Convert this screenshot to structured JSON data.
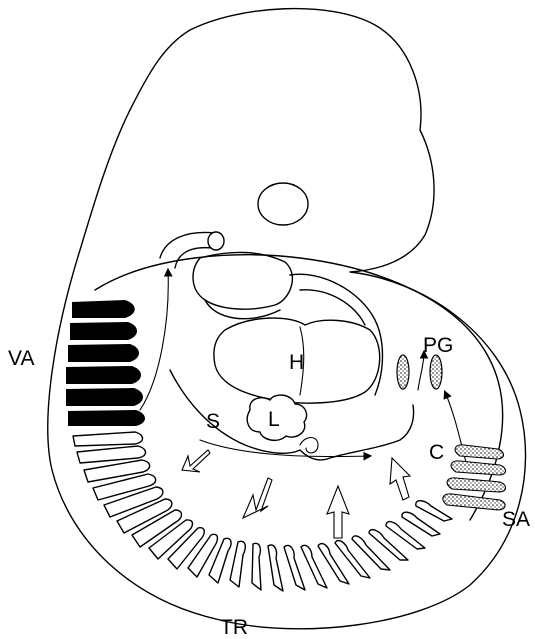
{
  "labels": {
    "va": "VA",
    "h": "H",
    "pg": "PG",
    "s": "S",
    "l": "L",
    "c": "C",
    "sa": "SA",
    "tr": "TR"
  },
  "colors": {
    "line": "#000000",
    "background": "#ffffff",
    "stipple": "#000000"
  }
}
